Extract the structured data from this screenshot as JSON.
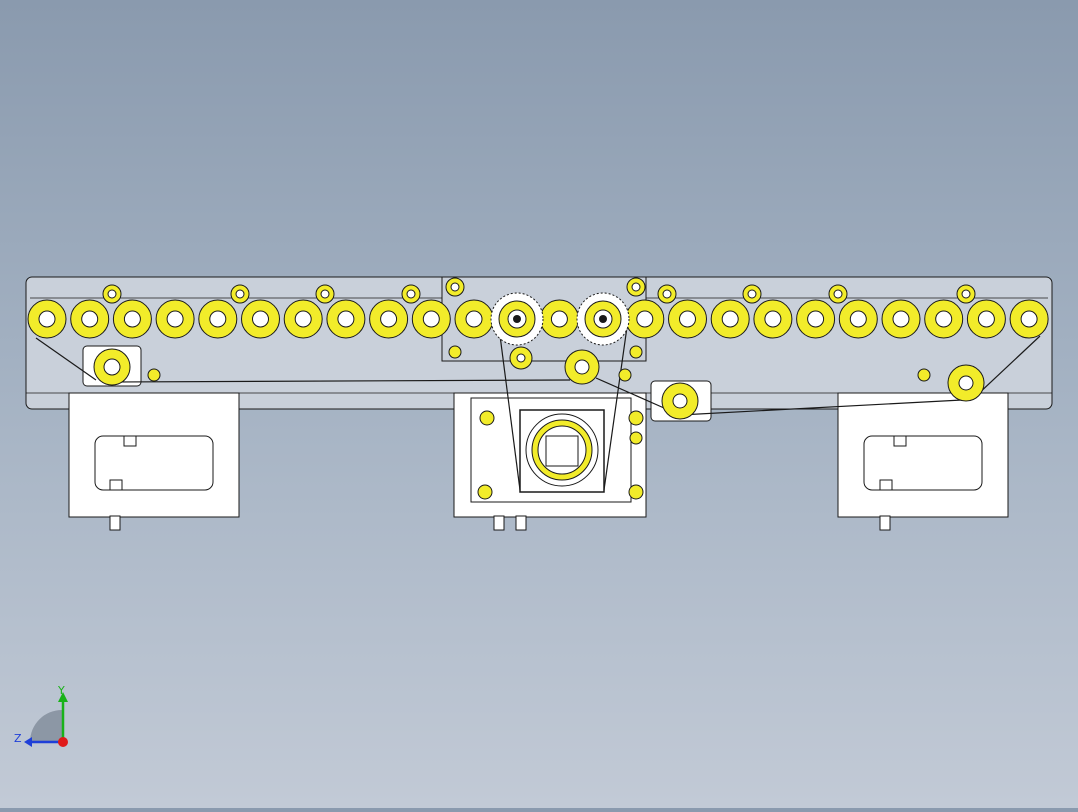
{
  "triad": {
    "y_label": "Y",
    "z_label": "Z",
    "y_color": "#19b219",
    "z_color": "#1f3fd8",
    "x_color": "#e01a1a"
  },
  "colors": {
    "background_top": "#8a9aae",
    "background_bottom": "#c2cad6",
    "part_fill": "#ffffff",
    "frame_fill": "#c9d0da",
    "roller_fill": "#f2ec2a",
    "outline": "#1a1a1a"
  },
  "drawing": {
    "top_roller_count": 24,
    "small_idler_count": 10
  }
}
